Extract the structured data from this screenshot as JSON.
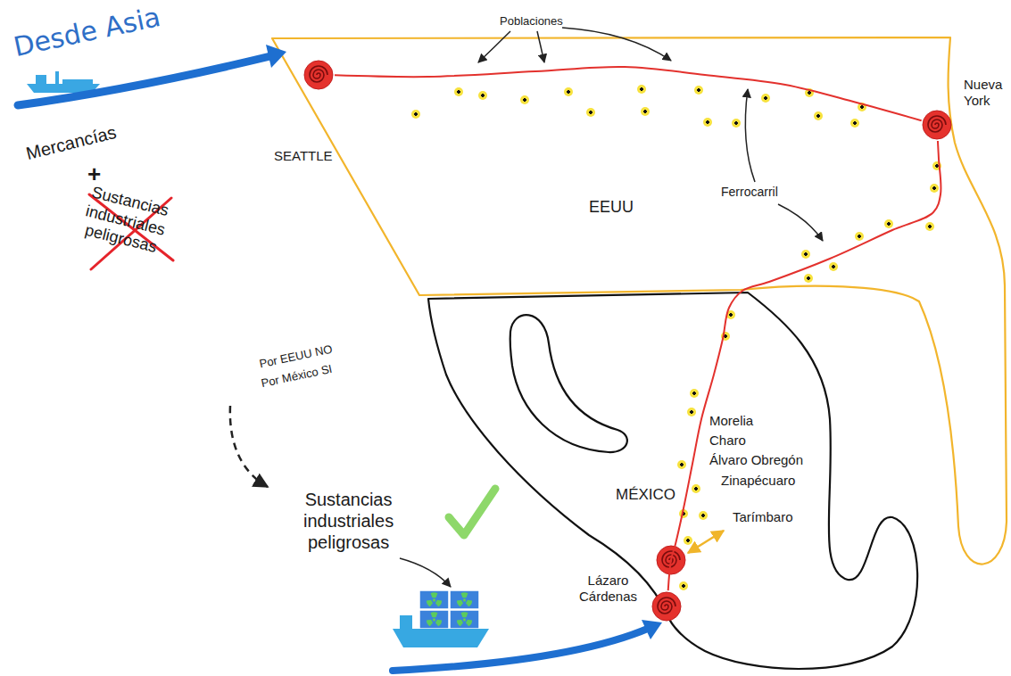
{
  "diagram": {
    "nodes": [
      {
        "text": [
          "SEATTLE"
        ]
      },
      {
        "text": [
          "Nueva York"
        ]
      },
      {
        "text": [
          "Lázaro Cárdenas"
        ]
      }
    ],
    "edges": [
      {
        "from": 0,
        "to": 1,
        "arrow": "none"
      },
      {
        "from": 1,
        "to": 2,
        "arrow": "none"
      }
    ],
    "labels": [
      "Desde Asia",
      "Mercancías",
      "+",
      "Sustancias industriales peligrosas",
      "Por EEUU NO",
      "Por México SI",
      "Sustancias industriales peligrosas",
      "Poblaciones",
      "Ferrocarril",
      "EEUU",
      "MÉXICO",
      "Morelia",
      "Charo",
      "Álvaro Obregón",
      "Zinapécuaro",
      "Tarímbaro"
    ]
  }
}
